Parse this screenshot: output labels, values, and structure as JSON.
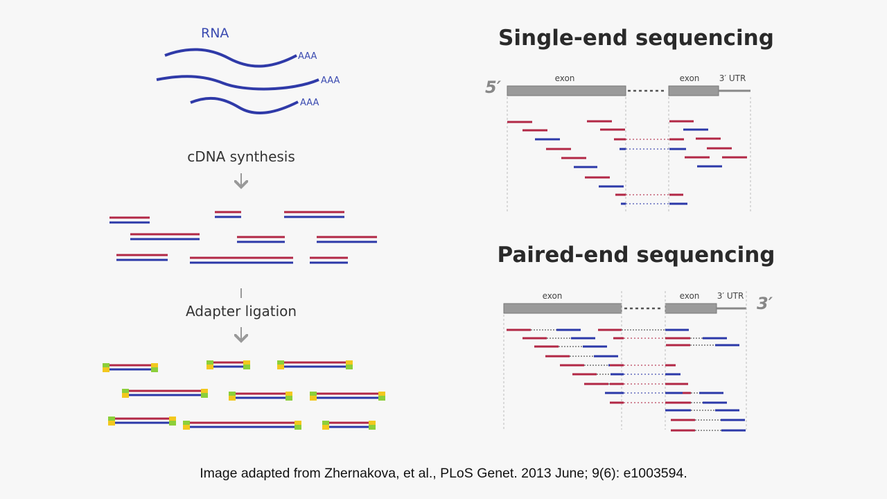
{
  "left": {
    "rna_label": "RNA",
    "poly_a": [
      "AAA",
      "AAA",
      "AAA"
    ],
    "step1": "cDNA synthesis",
    "step2": "Adapter ligation"
  },
  "single_end": {
    "title": "Single-end sequencing",
    "five_prime": "5′",
    "exon1": "exon",
    "exon2": "exon",
    "utr": "3′ UTR"
  },
  "paired_end": {
    "title": "Paired-end sequencing",
    "three_prime": "3′",
    "exon1": "exon",
    "exon2": "exon",
    "utr": "3′ UTR"
  },
  "caption": "Image adapted from Zhernakova, et al., PLoS Genet. 2013 June; 9(6): e1003594.",
  "colors": {
    "red": "#b22745",
    "blue": "#2b38a8",
    "rna": "#2f3aa8",
    "exon_fill": "#9a9a9a",
    "adapter_green": "#8ccf3a",
    "adapter_yellow": "#f2c81e"
  }
}
